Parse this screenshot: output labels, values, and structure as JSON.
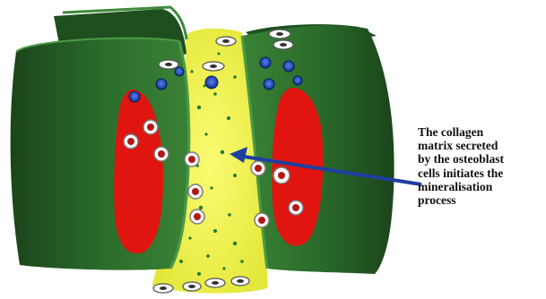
{
  "annotation": {
    "lines": [
      "The collagen",
      "matrix secreted",
      "by the osteoblast",
      "cells initiates the",
      "mineralisation",
      "process"
    ]
  },
  "colors": {
    "bone_dark_green": "#1d4a1d",
    "bone_green": "#2c6e2c",
    "bone_light_green": "#3f8a3a",
    "marrow_red": "#e0150f",
    "matrix_yellow": "#f3f34a",
    "arrow_blue": "#1f3fa0",
    "cell_blue": "#2a4fc0",
    "cell_red": "#b01818"
  },
  "icons": {
    "arrow": "arrow-icon",
    "osteoblast": "osteoblast-cell-icon",
    "osteocyte": "osteocyte-cell-icon"
  }
}
